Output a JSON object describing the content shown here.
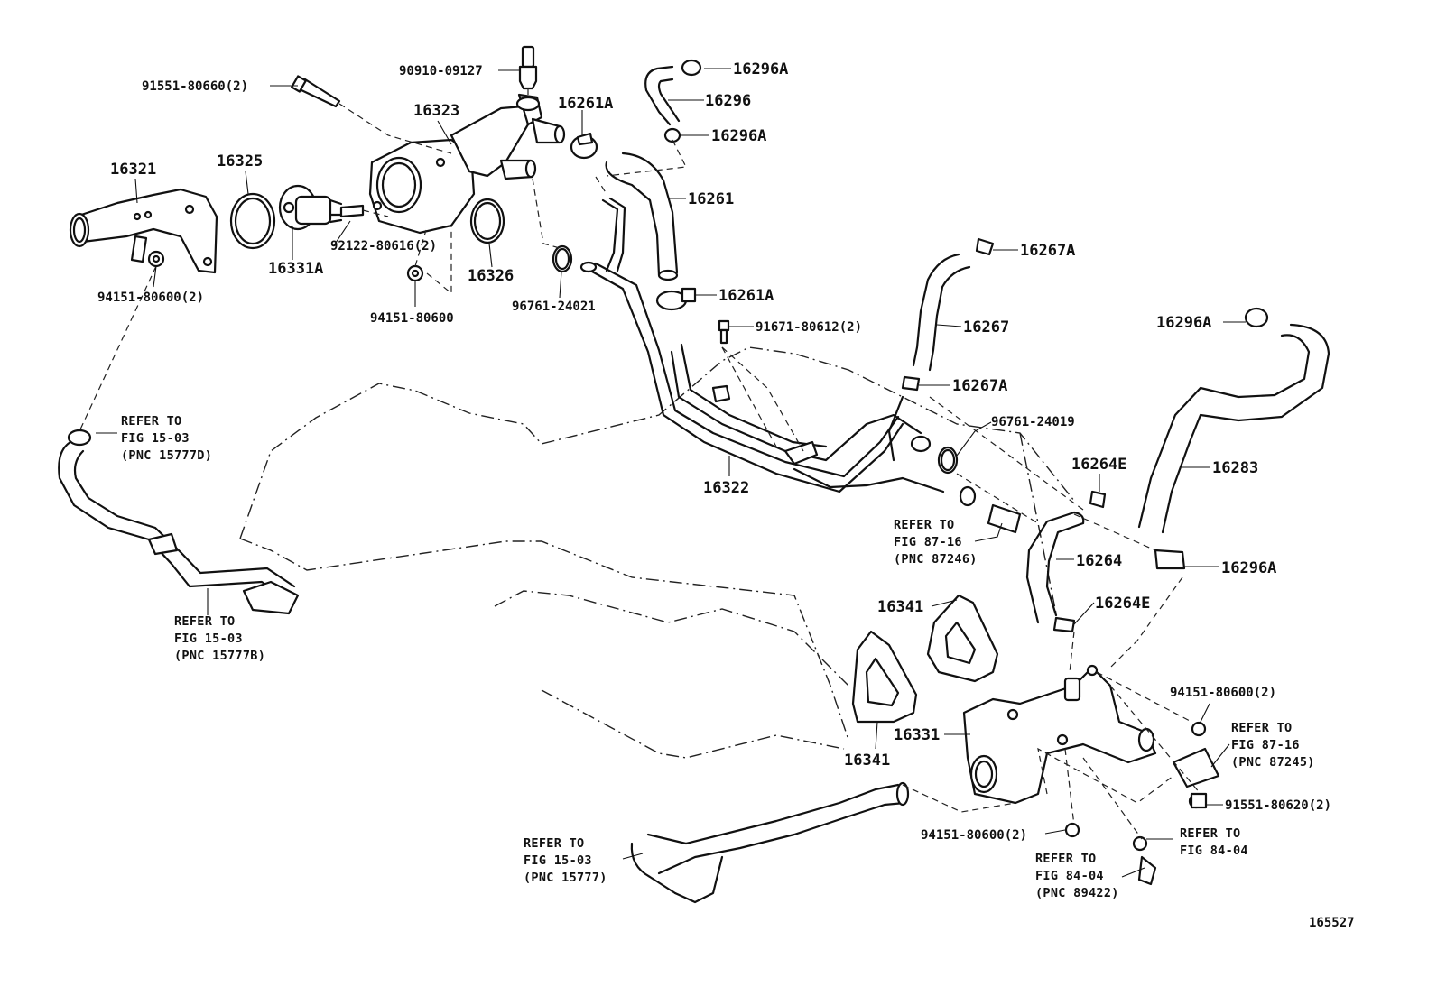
{
  "diagram_id": "165527",
  "labels": {
    "p_91551_80660": "91551-80660(2)",
    "p_90910_09127": "90910-09127",
    "p_16323": "16323",
    "p_16261A_top": "16261A",
    "p_16296A_1": "16296A",
    "p_16296": "16296",
    "p_16296A_2": "16296A",
    "p_16321": "16321",
    "p_16325": "16325",
    "p_16261": "16261",
    "p_92122_80616": "92122-80616(2)",
    "p_16331A": "16331A",
    "p_16326": "16326",
    "p_94151_80600_a": "94151-80600(2)",
    "p_94151_80600_b": "94151-80600",
    "p_96761_24021": "96761-24021",
    "p_16261A_mid": "16261A",
    "p_16267A_1": "16267A",
    "p_91671_80612": "91671-80612(2)",
    "p_16296A_3": "16296A",
    "p_16267": "16267",
    "p_16267A_2": "16267A",
    "p_96761_24019": "96761-24019",
    "p_16264E_1": "16264E",
    "p_16283": "16283",
    "p_16322": "16322",
    "p_16264": "16264",
    "p_16296A_4": "16296A",
    "p_16341_1": "16341",
    "p_16264E_2": "16264E",
    "p_94151_80600_c": "94151-80600(2)",
    "p_16331": "16331",
    "p_16341_2": "16341",
    "p_91551_80620": "91551-80620(2)",
    "p_94151_80600_d": "94151-80600(2)"
  },
  "references": {
    "ref_15777D": [
      "REFER TO",
      "FIG 15-03",
      "(PNC 15777D)"
    ],
    "ref_15777B": [
      "REFER TO",
      "FIG 15-03",
      "(PNC 15777B)"
    ],
    "ref_87246": [
      "REFER TO",
      "FIG 87-16",
      "(PNC 87246)"
    ],
    "ref_87245": [
      "REFER TO",
      "FIG 87-16",
      "(PNC 87245)"
    ],
    "ref_84_04_a": [
      "REFER TO",
      "FIG 84-04"
    ],
    "ref_89422": [
      "REFER TO",
      "FIG 84-04",
      "(PNC 89422)"
    ],
    "ref_15777": [
      "REFER TO",
      "FIG 15-03",
      "(PNC 15777)"
    ]
  }
}
